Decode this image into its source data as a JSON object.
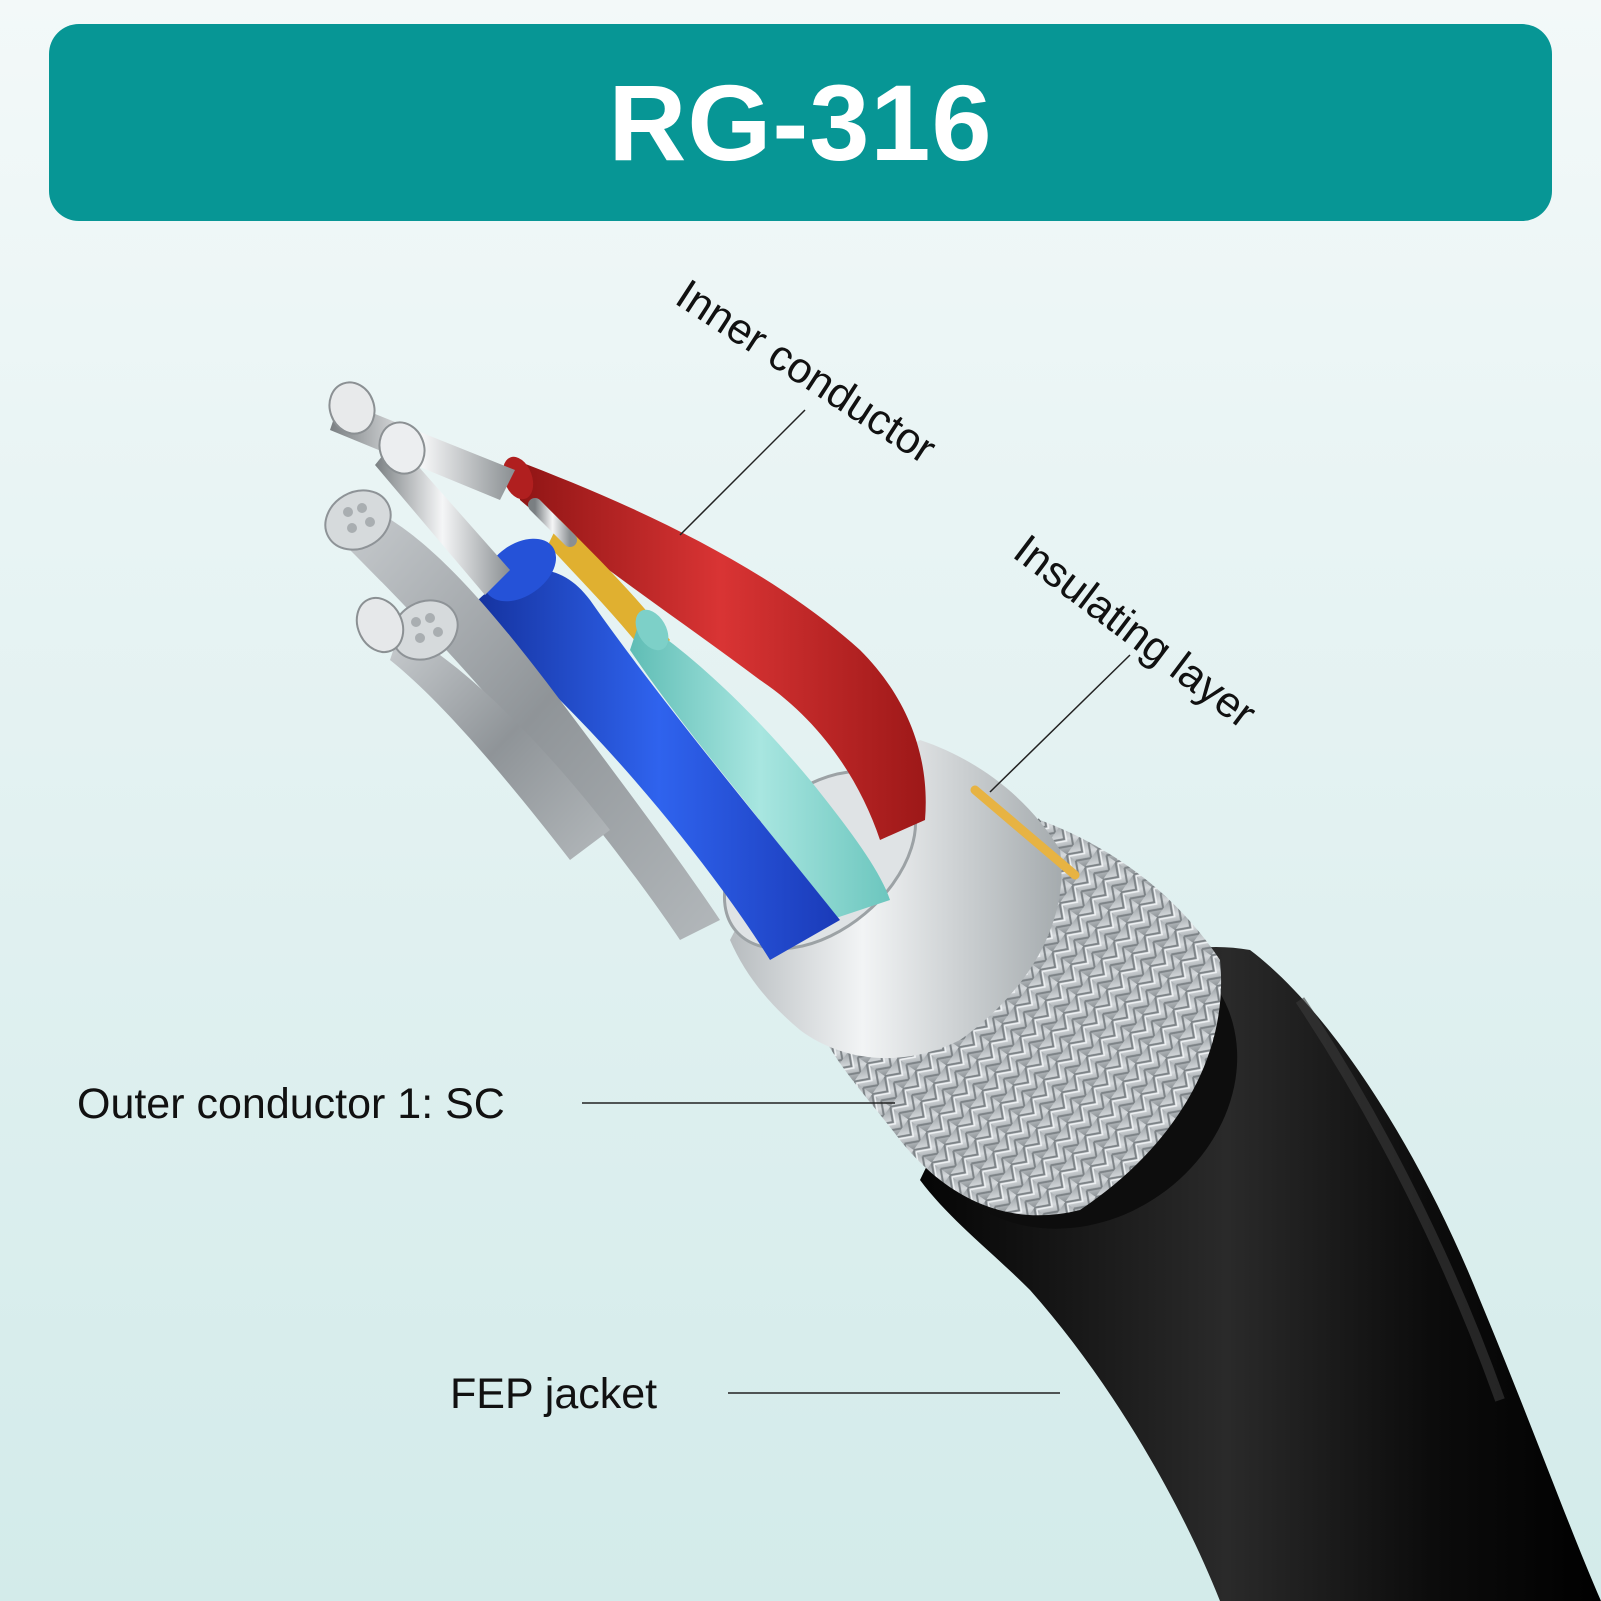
{
  "title": "RG-316",
  "labels": {
    "inner_conductor": "Inner conductor",
    "insulating_layer": "Insulating layer",
    "outer_conductor": "Outer conductor 1: SC",
    "jacket": "FEP jacket"
  },
  "colors": {
    "banner": "#079695",
    "jacket": "#111111",
    "braid": "#b9bec1",
    "foil": "#d2d6d8",
    "red_wire": "#c62828",
    "blue_wire": "#1e4fd6",
    "cyan_wire": "#8fd9d3",
    "yellow_wire": "#e0b030"
  }
}
